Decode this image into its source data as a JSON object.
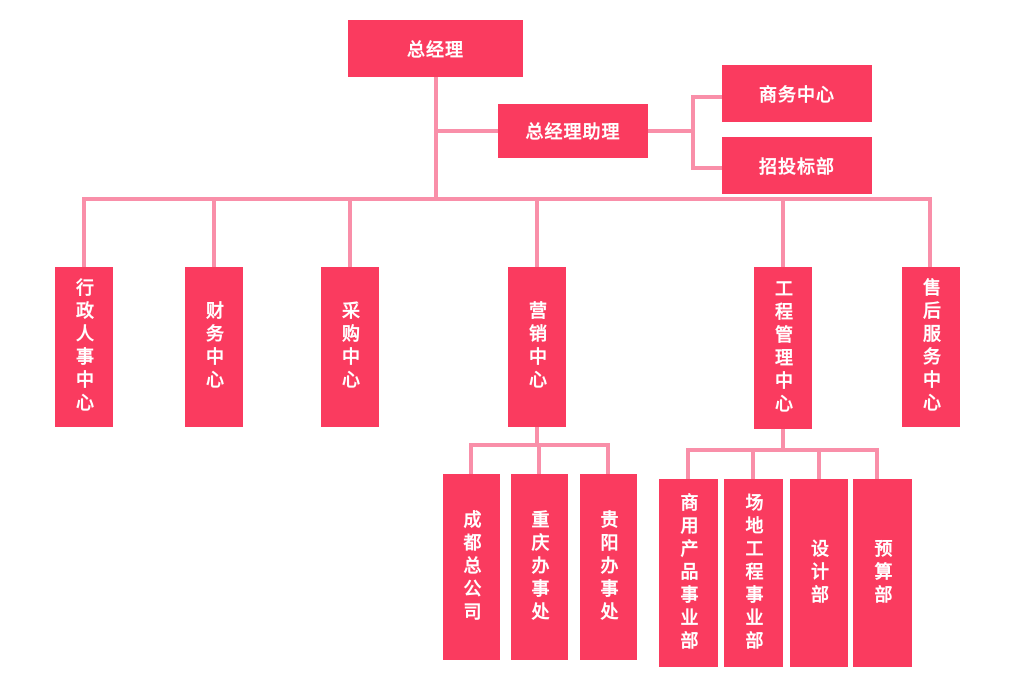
{
  "diagram": {
    "type": "org-chart",
    "colors": {
      "node_fill": "#FA3B5F",
      "connector": "#F98FA9",
      "node_text": "#FFFFFF",
      "background": "#FFFFFF"
    },
    "root": {
      "label": "总经理"
    },
    "assistant": {
      "label": "总经理助理"
    },
    "assistant_children": [
      {
        "label": "商务中心"
      },
      {
        "label": "招投标部"
      }
    ],
    "departments": [
      {
        "label": "行政人事中心"
      },
      {
        "label": "财务中心"
      },
      {
        "label": "采购中心"
      },
      {
        "label": "营销中心",
        "children": [
          {
            "label": "成都总公司"
          },
          {
            "label": "重庆办事处"
          },
          {
            "label": "贵阳办事处"
          }
        ]
      },
      {
        "label": "工程管理中心",
        "children": [
          {
            "label": "商用产品事业部"
          },
          {
            "label": "场地工程事业部"
          },
          {
            "label": "设计部"
          },
          {
            "label": "预算部"
          }
        ]
      },
      {
        "label": "售后服务中心"
      }
    ]
  }
}
